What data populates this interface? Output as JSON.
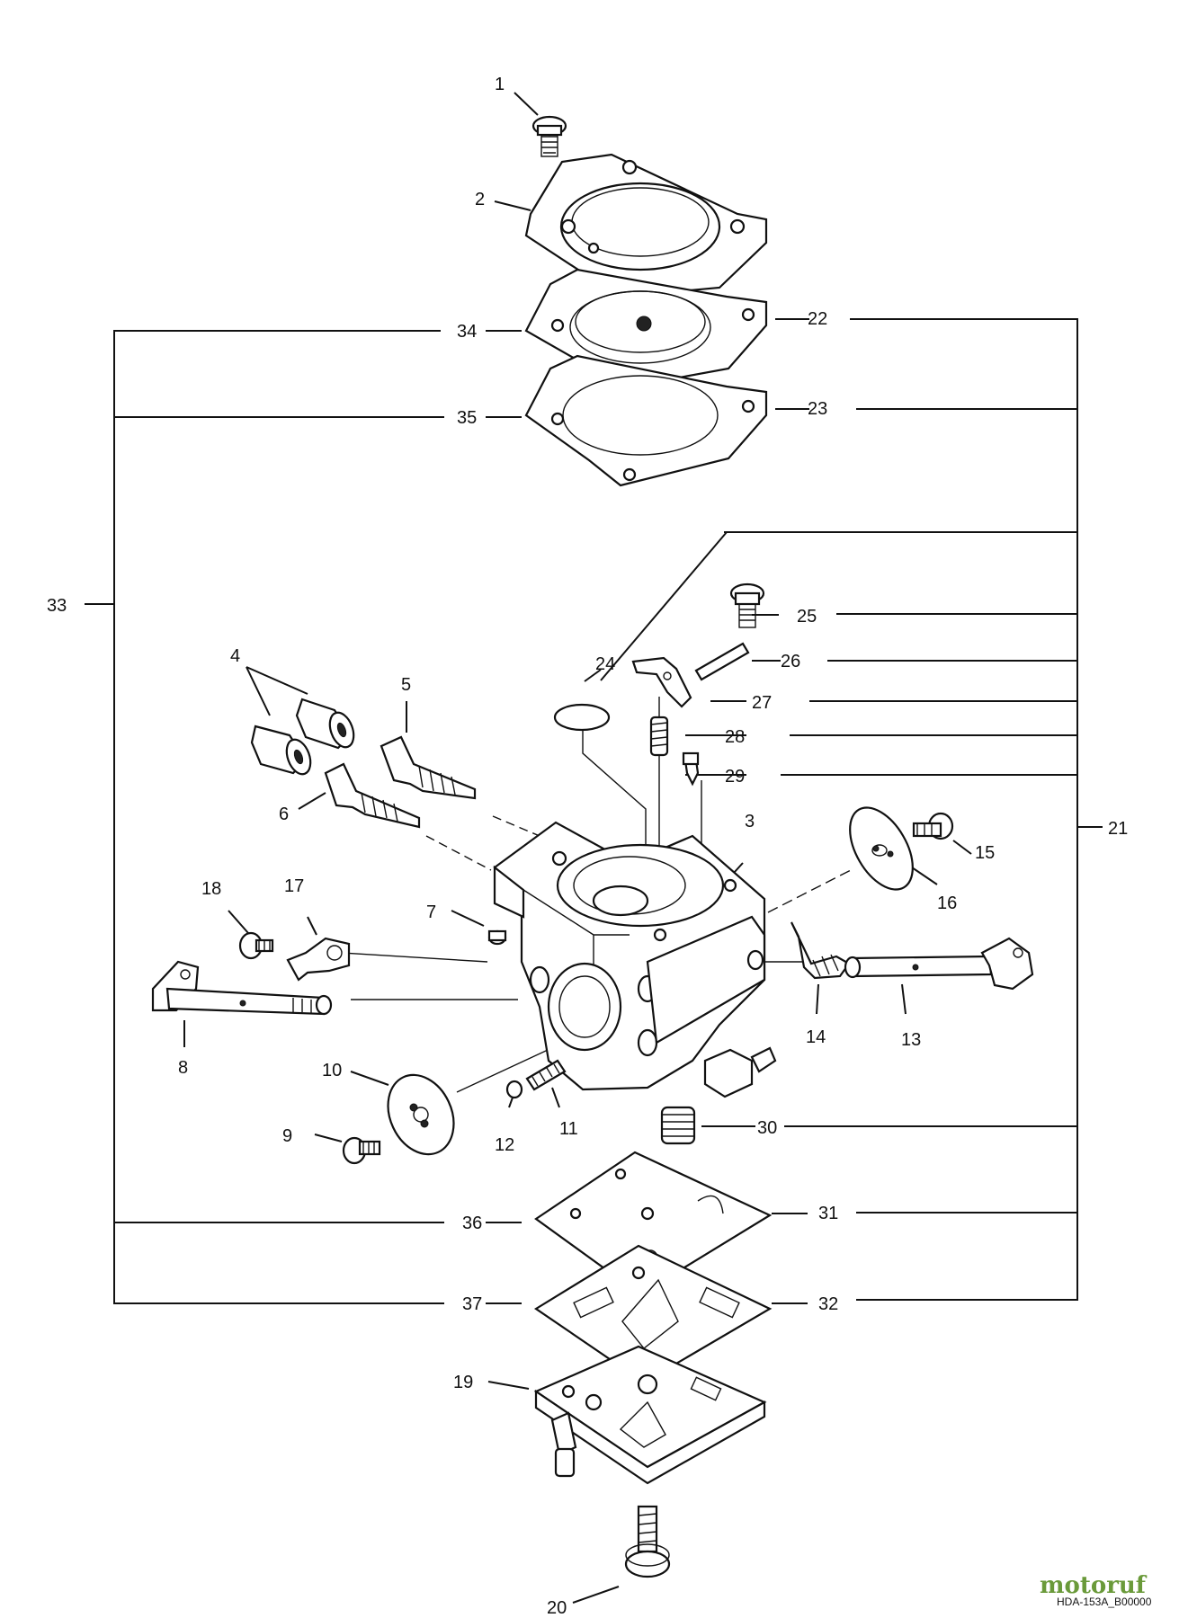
{
  "labels": {
    "l1": "1",
    "l2": "2",
    "l3": "3",
    "l4": "4",
    "l5": "5",
    "l6": "6",
    "l7": "7",
    "l8": "8",
    "l9": "9",
    "l10": "10",
    "l11": "11",
    "l12": "12",
    "l13": "13",
    "l14": "14",
    "l15": "15",
    "l16": "16",
    "l17": "17",
    "l18": "18",
    "l19": "19",
    "l20": "20",
    "l21": "21",
    "l22": "22",
    "l23": "23",
    "l24": "24",
    "l25": "25",
    "l26": "26",
    "l27": "27",
    "l28": "28",
    "l29": "29",
    "l30": "30",
    "l31": "31",
    "l32": "32",
    "l33": "33",
    "l34": "34",
    "l35": "35",
    "l36": "36",
    "l37": "37"
  },
  "footer": {
    "reference": "HDA-153A_B00000",
    "watermark": "motoruf"
  },
  "colors": {
    "line": "#111111",
    "background": "#ffffff",
    "watermark": "#6a9a3a"
  }
}
